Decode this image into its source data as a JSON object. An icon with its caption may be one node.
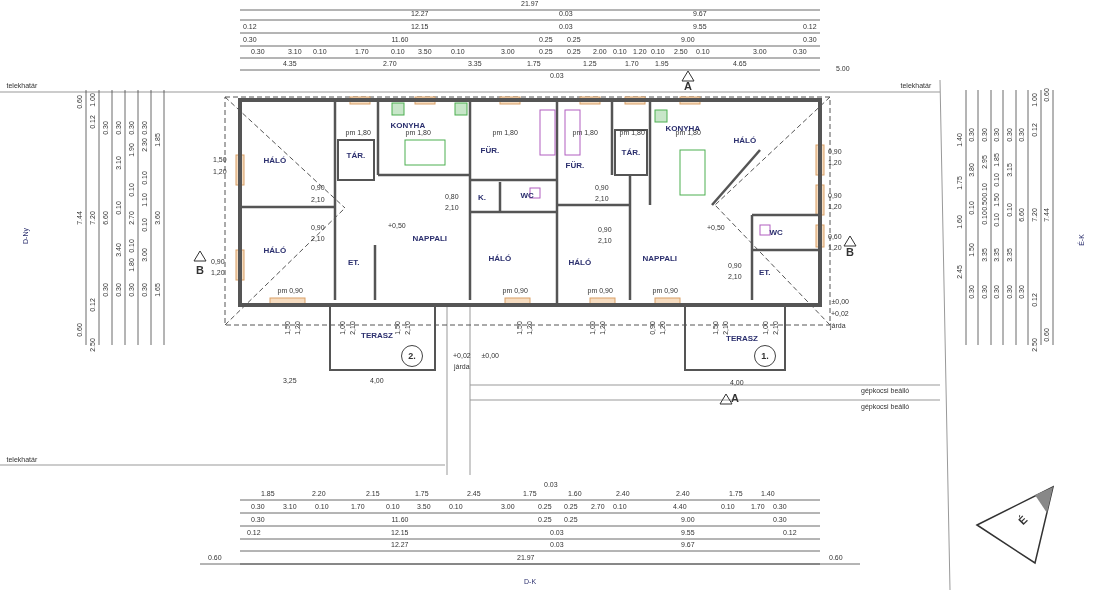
{
  "diagram": {
    "nodes": [
      {
        "text": [
          "HÁLÓ"
        ]
      },
      {
        "text": [
          "HÁLÓ"
        ]
      },
      {
        "text": [
          "TÁR."
        ]
      },
      {
        "text": [
          "KONYHA"
        ]
      },
      {
        "text": [
          "FÜR."
        ]
      },
      {
        "text": [
          "K."
        ]
      },
      {
        "text": [
          "WC"
        ]
      },
      {
        "text": [
          "NAPPALI"
        ]
      },
      {
        "text": [
          "ET."
        ]
      },
      {
        "text": [
          "HÁLÓ"
        ]
      },
      {
        "text": [
          "TERASZ"
        ]
      },
      {
        "text": [
          "2."
        ]
      },
      {
        "text": [
          "FÜR."
        ]
      },
      {
        "text": [
          "TÁR."
        ]
      },
      {
        "text": [
          "KONYHA"
        ]
      },
      {
        "text": [
          "HÁLÓ"
        ]
      },
      {
        "text": [
          "HÁLÓ"
        ]
      },
      {
        "text": [
          "NAPPALI"
        ]
      },
      {
        "text": [
          "WC"
        ]
      },
      {
        "text": [
          "ET."
        ]
      },
      {
        "text": [
          "TERASZ"
        ]
      },
      {
        "text": [
          "1."
        ]
      }
    ],
    "labels": [
      "21.97",
      "12.27",
      "0.03",
      "9.67",
      "0.12",
      "12.15",
      "0.03",
      "9.55",
      "0.12",
      "0.30",
      "11.60",
      "0.25",
      "0.25",
      "9.00",
      "0.30",
      "0.30",
      "3.10",
      "0.10",
      "1.70",
      "0.10",
      "3.50",
      "0.10",
      "3.00",
      "0.25",
      "0.25",
      "2.00",
      "0.10",
      "1.20",
      "0.10",
      "2.50",
      "0.10",
      "3.00",
      "0.30",
      "4.35",
      "2.70",
      "3.35",
      "1.75",
      "1.25",
      "1.70",
      "1.95",
      "4.65",
      "0.03",
      "5.00",
      "telekhatár",
      "telekhatár",
      "A",
      "0.60",
      "7.44",
      "0.60",
      "1.00",
      "0.12",
      "7.20",
      "0.12",
      "2.50",
      "0.30",
      "6.60",
      "0.30",
      "0.30",
      "3.10",
      "0.10",
      "3.40",
      "0.30",
      "0.30",
      "1.90",
      "0.10",
      "2.70",
      "0.10",
      "1.80",
      "0.30",
      "0.30",
      "2.30",
      "0.10",
      "1.10",
      "0.10",
      "3.00",
      "0.30",
      "1.85",
      "3.60",
      "1.65",
      "D-Ny",
      "1,50",
      "1,20",
      "0,90",
      "1,20",
      "B",
      "pm 1,80",
      "pm 1,80",
      "pm 1,80",
      "pm 1,80",
      "pm 1,80",
      "pm 1,80",
      "0,90",
      "2,10",
      "0,90",
      "2,10",
      "0,80",
      "2,10",
      "0,90",
      "2,10",
      "0,90",
      "2,10",
      "0,90",
      "2,10",
      "+0,50",
      "+0,50",
      "0,90",
      "1,20",
      "0,90",
      "1,20",
      "0,60",
      "1,20",
      "B",
      "pm 0,90",
      "pm 0,90",
      "pm 0,90",
      "pm 0,90",
      "±0,00",
      "+0,02",
      "járda",
      "1,50",
      "1,20",
      "1,00",
      "2,10",
      "1,50",
      "2,10",
      "1,50",
      "1,20",
      "1,00",
      "1,20",
      "0,90",
      "1,20",
      "1,50",
      "2,10",
      "1,00",
      "2,10",
      "+0,02",
      "±0,00",
      "járda",
      "3,25",
      "4,00",
      "4,00",
      "A",
      "gépkocsi beálló",
      "gépkocsi beálló",
      "telekhatár",
      "1.40",
      "1.75",
      "1.60",
      "2.45",
      "0.30",
      "3.80",
      "0.10",
      "1.50",
      "0.30",
      "0.30",
      "2.95",
      "0.10",
      "0.50",
      "0.10",
      "3.35",
      "0.30",
      "0.30",
      "1.85",
      "0.10",
      "1.50",
      "0.10",
      "3.35",
      "0.30",
      "0.30",
      "3.15",
      "0.10",
      "3.35",
      "0.30",
      "0.30",
      "6.60",
      "0.30",
      "1.00",
      "0.12",
      "7.20",
      "0.12",
      "2.50",
      "0.60",
      "7.44",
      "0.60",
      "É-K",
      "1.85",
      "2.20",
      "2.15",
      "1.75",
      "2.45",
      "1.75",
      "1.60",
      "2.40",
      "2.40",
      "1.75",
      "1.40",
      "0.03",
      "0.30",
      "3.10",
      "0.10",
      "1.70",
      "0.10",
      "3.50",
      "0.10",
      "3.00",
      "0.25",
      "0.25",
      "2.70",
      "0.10",
      "4.40",
      "0.10",
      "1.70",
      "0.30",
      "0.30",
      "11.60",
      "0.25",
      "0.25",
      "9.00",
      "0.30",
      "0.12",
      "12.15",
      "0.03",
      "9.55",
      "0.12",
      "12.27",
      "0.03",
      "9.67",
      "0.60",
      "21.97",
      "0.60",
      "D-K",
      "É"
    ]
  }
}
